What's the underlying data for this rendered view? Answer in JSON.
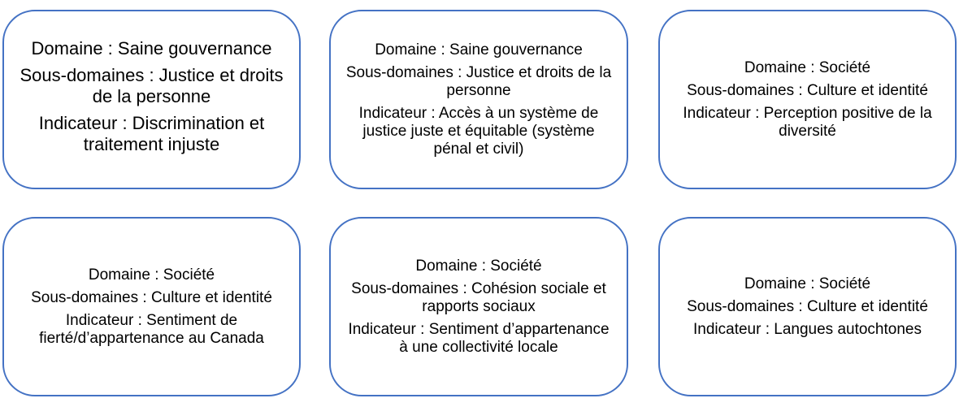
{
  "boxes": [
    {
      "domain": "Domaine : Saine gouvernance",
      "subdomain": "Sous-domaines : Justice et droits de la personne",
      "indicator": "Indicateur : Discrimination et traitement injuste"
    },
    {
      "domain": "Domaine : Saine gouvernance",
      "subdomain": "Sous-domaines : Justice et droits de la personne",
      "indicator": "Indicateur : Accès à un système de justice juste et équitable (système pénal et civil)"
    },
    {
      "domain": "Domaine : Société",
      "subdomain": "Sous-domaines : Culture et identité",
      "indicator": "Indicateur : Perception positive de la diversité"
    },
    {
      "domain": "Domaine : Société",
      "subdomain": "Sous-domaines : Culture et identité",
      "indicator": "Indicateur : Sentiment de fierté/d’appartenance au Canada"
    },
    {
      "domain": "Domaine : Société",
      "subdomain": "Sous-domaines : Cohésion sociale et rapports sociaux",
      "indicator": "Indicateur : Sentiment d’appartenance à une collectivité locale"
    },
    {
      "domain": "Domaine : Société",
      "subdomain": "Sous-domaines : Culture et identité",
      "indicator": "Indicateur : Langues autochtones"
    }
  ],
  "colors": {
    "border": "#4472C4"
  }
}
